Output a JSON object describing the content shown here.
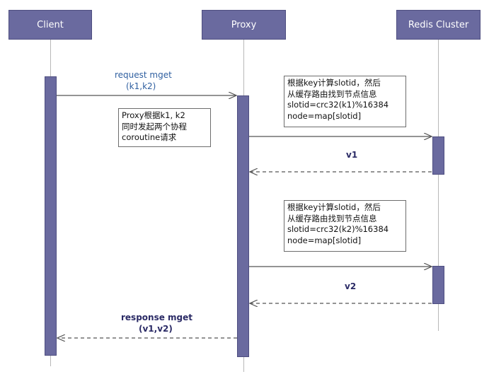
{
  "actors": {
    "client": "Client",
    "proxy": "Proxy",
    "redis": "Redis Cluster"
  },
  "messages": {
    "request_line1": "request mget",
    "request_line2": "(k1,k2)",
    "v1": "v1",
    "v2": "v2",
    "response_line1": "response mget",
    "response_line2": "(v1,v2)"
  },
  "notes": {
    "proxy_note": "Proxy根据k1, k2\n同时发起两个协程\ncoroutine请求",
    "slot_note_1": "根据key计算slotid，然后\n从缓存路由找到节点信息\nslotid=crc32(k1)%16384\nnode=map[slotid]",
    "slot_note_2": "根据key计算slotid，然后\n从缓存路由找到节点信息\nslotid=crc32(k2)%16384\nnode=map[slotid]"
  },
  "colors": {
    "actor_fill": "#6a6a9f",
    "request_text": "#2f5fa0",
    "reply_text": "#2b2b66",
    "line": "#555555"
  }
}
